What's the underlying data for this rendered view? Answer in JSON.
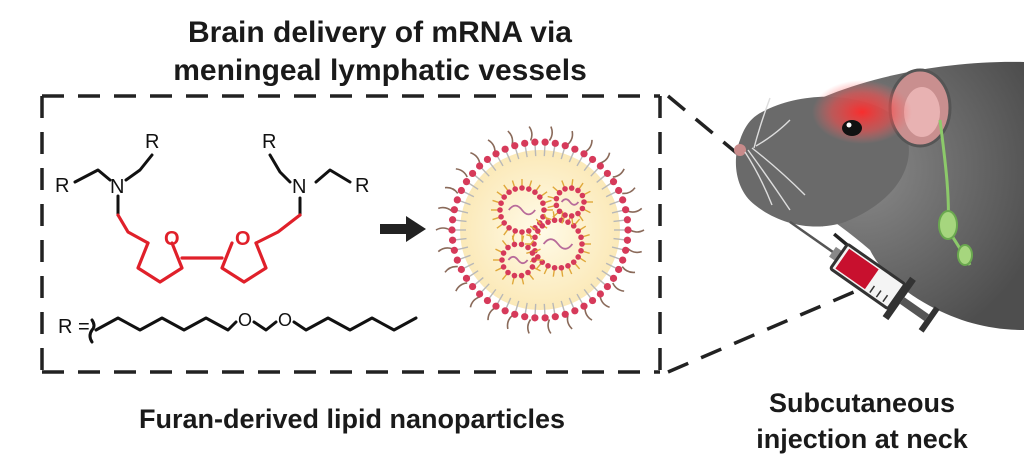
{
  "title": {
    "line1": "Brain delivery of mRNA via",
    "line2": "meningeal lymphatic vessels"
  },
  "caption_left": "Furan-derived lipid nanoparticles",
  "caption_right": {
    "line1": "Subcutaneous",
    "line2": "injection at neck"
  },
  "structure": {
    "substituent": "R",
    "nitrogen": "N",
    "oxygen": "O",
    "r_definition_prefix": "R ="
  },
  "colors": {
    "furan_core": "#e0202a",
    "text": "#1a1a1a",
    "mouse_body": "#6b6b6b",
    "brain_glow": "#ff3b3b",
    "syringe_fluid": "#c8102e",
    "lnp_head": "#d63a5a",
    "lnp_core": "#fff5d6"
  }
}
